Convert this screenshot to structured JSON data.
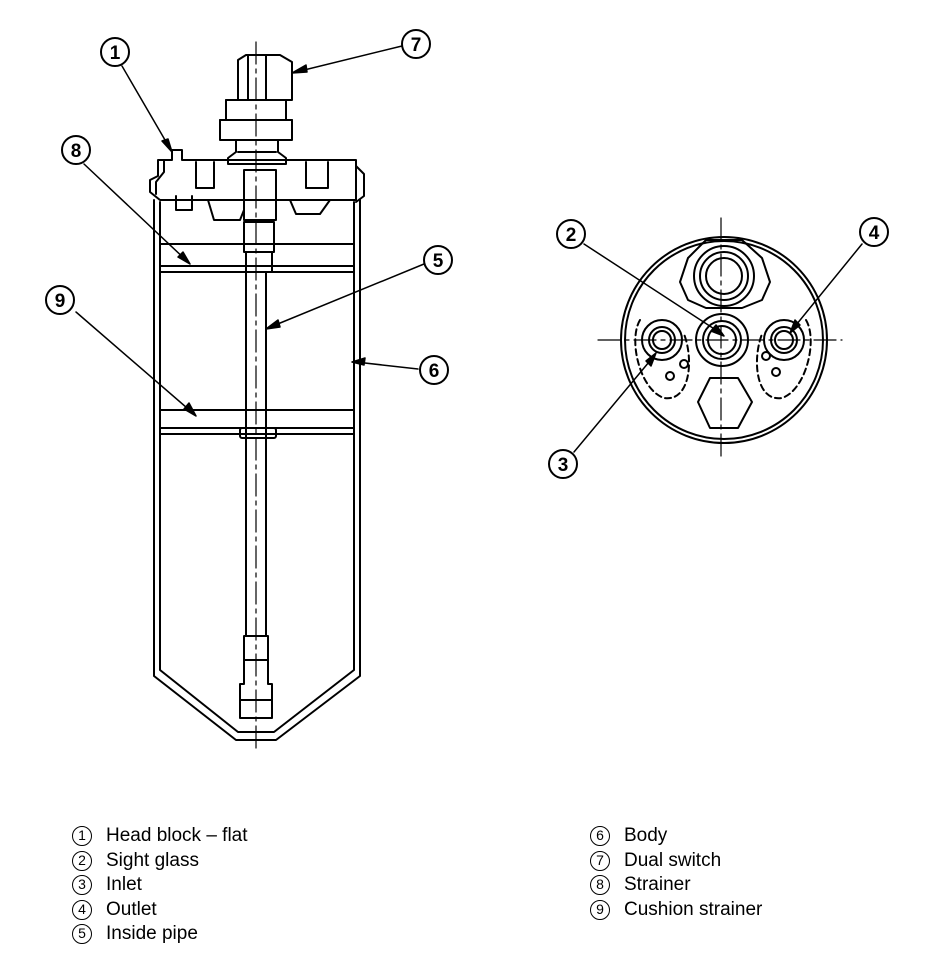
{
  "callouts": [
    {
      "num": "1",
      "label": "Head block – flat"
    },
    {
      "num": "2",
      "label": "Sight glass"
    },
    {
      "num": "3",
      "label": "Inlet"
    },
    {
      "num": "4",
      "label": "Outlet"
    },
    {
      "num": "5",
      "label": "Inside pipe"
    },
    {
      "num": "6",
      "label": "Body"
    },
    {
      "num": "7",
      "label": "Dual switch"
    },
    {
      "num": "8",
      "label": "Strainer"
    },
    {
      "num": "9",
      "label": "Cushion strainer"
    }
  ]
}
